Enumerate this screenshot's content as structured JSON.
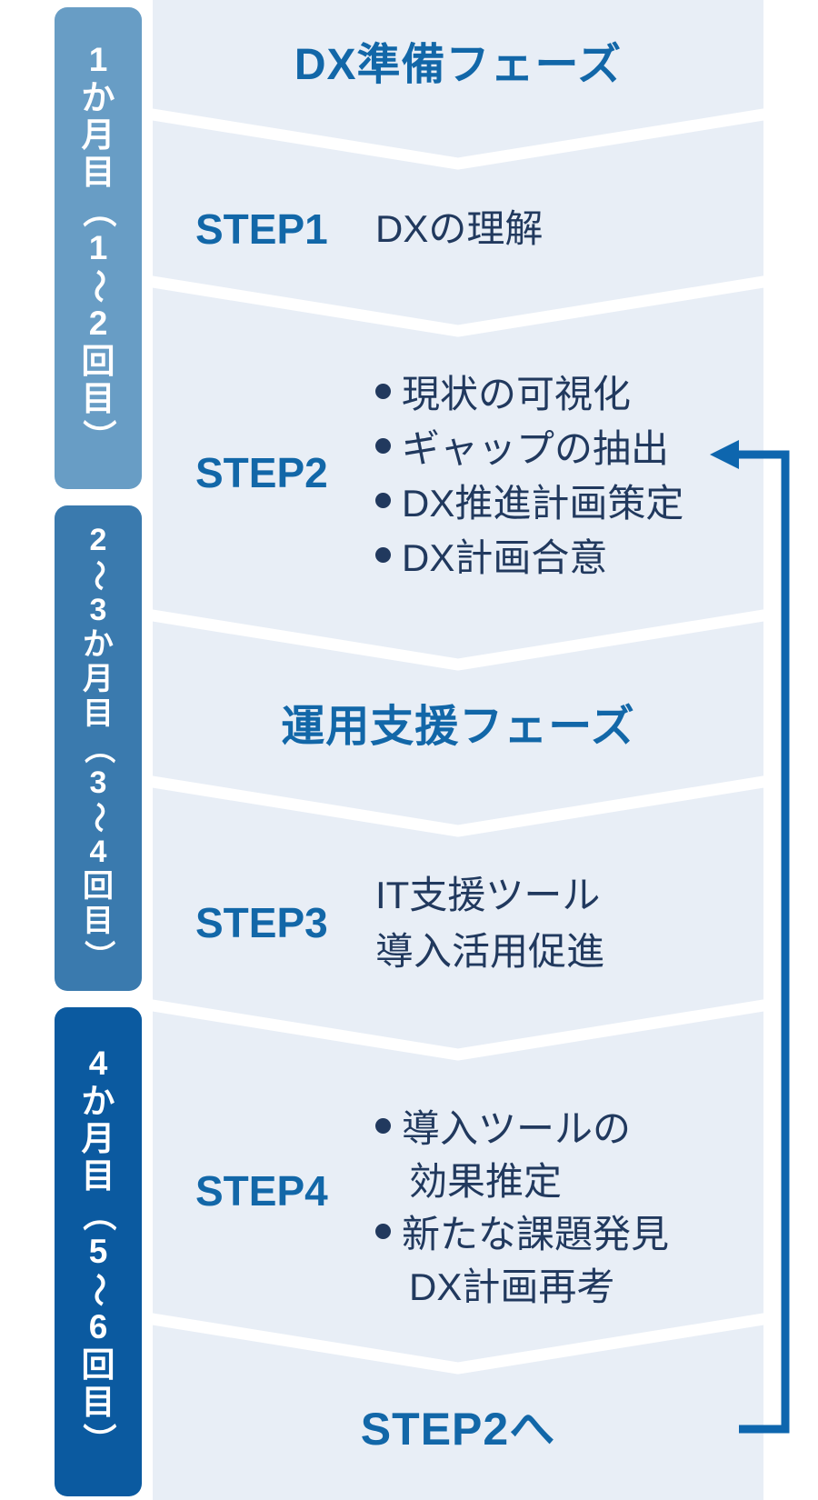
{
  "colors": {
    "panel_bg": "#e8eef6",
    "accent_blue": "#1267a8",
    "body_navy": "#21395e",
    "arrow_blue": "#0e66ae",
    "separator_white": "#ffffff",
    "bar1_bg": "#689dc5",
    "bar2_bg": "#3a7aae",
    "bar3_bg": "#0b5aa0"
  },
  "timeline_bars": [
    {
      "label": "1か月目（1〜2回目）"
    },
    {
      "label": "2〜3か月目（3〜4回目）"
    },
    {
      "label": "4か月目（5〜6回目）"
    }
  ],
  "phase1": {
    "title": "DX準備フェーズ"
  },
  "phase2": {
    "title": "運用支援フェーズ"
  },
  "steps": {
    "step1": {
      "label": "STEP1",
      "text": "DXの理解"
    },
    "step2": {
      "label": "STEP2",
      "items": [
        "現状の可視化",
        "ギャップの抽出",
        "DX推進計画策定",
        "DX計画合意"
      ]
    },
    "step3": {
      "label": "STEP3",
      "lines": [
        "IT支援ツール",
        "導入活用促進"
      ]
    },
    "step4": {
      "label": "STEP4",
      "items": [
        {
          "text": "導入ツールの",
          "bullet": true
        },
        {
          "text": "効果推定",
          "bullet": false
        },
        {
          "text": "新たな課題発見",
          "bullet": true
        },
        {
          "text": "DX計画再考",
          "bullet": false
        }
      ]
    }
  },
  "loop": {
    "label": "STEP2へ"
  }
}
